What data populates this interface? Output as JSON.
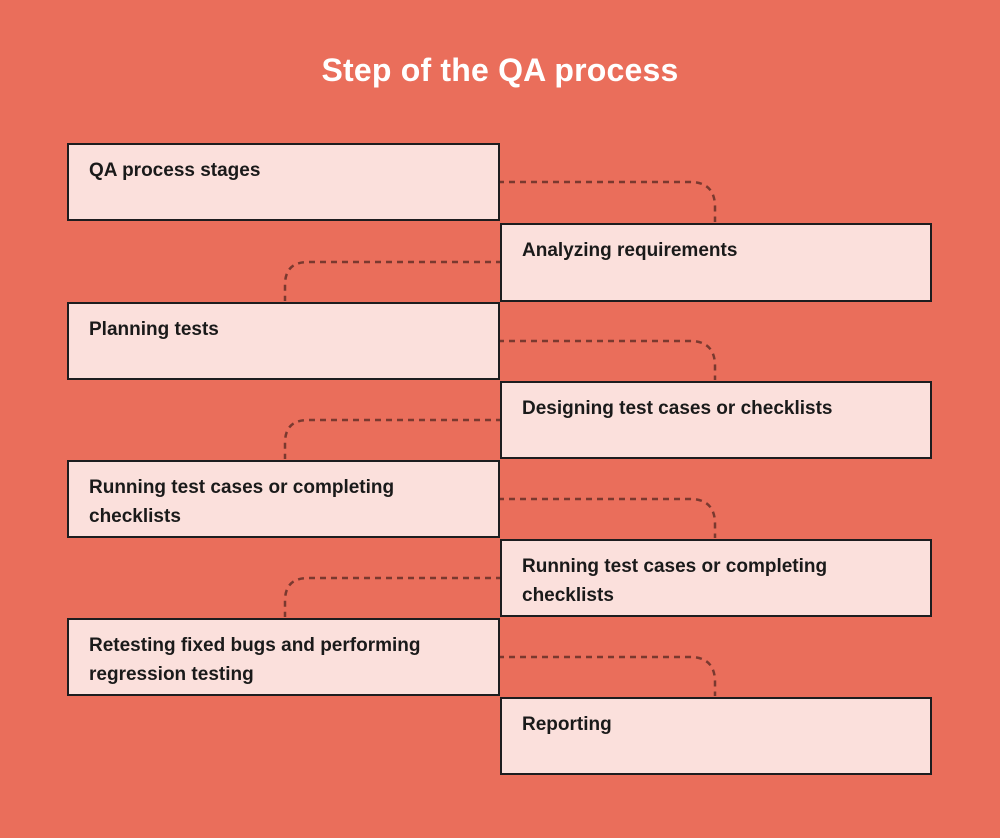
{
  "title": "Step of the QA process",
  "steps": [
    {
      "label": "QA process stages",
      "side": "left"
    },
    {
      "label": "Analyzing requirements",
      "side": "right"
    },
    {
      "label": "Planning tests",
      "side": "left"
    },
    {
      "label": "Designing test cases or checklists",
      "side": "right"
    },
    {
      "label": "Running test cases or completing checklists",
      "side": "left"
    },
    {
      "label": "Running test cases or completing checklists",
      "side": "right"
    },
    {
      "label": "Retesting fixed bugs and performing regression testing",
      "side": "left"
    },
    {
      "label": "Reporting",
      "side": "right"
    }
  ],
  "colors": {
    "background": "#ea6e5b",
    "box_fill": "#fbe0dc",
    "box_border": "#1d1d1f",
    "box_text": "#1a1a1a",
    "title_text": "#ffffff",
    "connector": "#74392f"
  }
}
